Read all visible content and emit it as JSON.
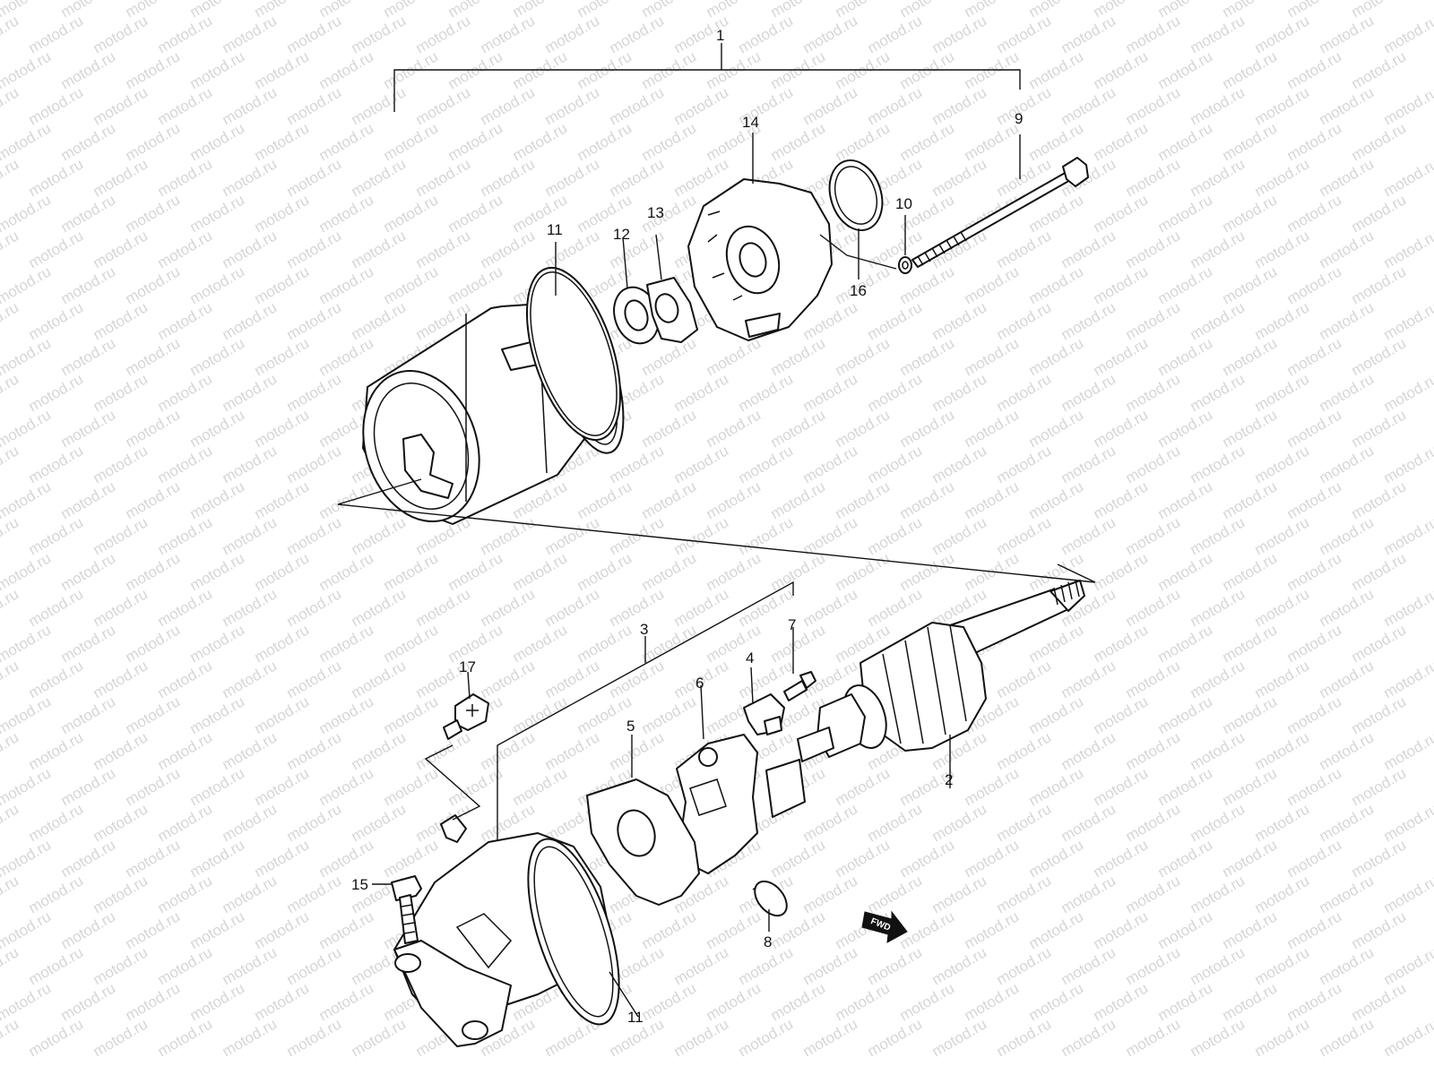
{
  "watermark": "motod.ru",
  "callouts": {
    "c1": "1",
    "c2": "2",
    "c3": "3",
    "c4": "4",
    "c5": "5",
    "c6": "6",
    "c7": "7",
    "c8": "8",
    "c9": "9",
    "c10": "10",
    "c11_top": "11",
    "c11_bottom": "11",
    "c12": "12",
    "c13": "13",
    "c14": "14",
    "c15": "15",
    "c16": "16",
    "c17": "17"
  },
  "fwd_label": "FWD",
  "colors": {
    "line": "#111111",
    "watermark": "#d6d6d6",
    "background": "#ffffff"
  }
}
